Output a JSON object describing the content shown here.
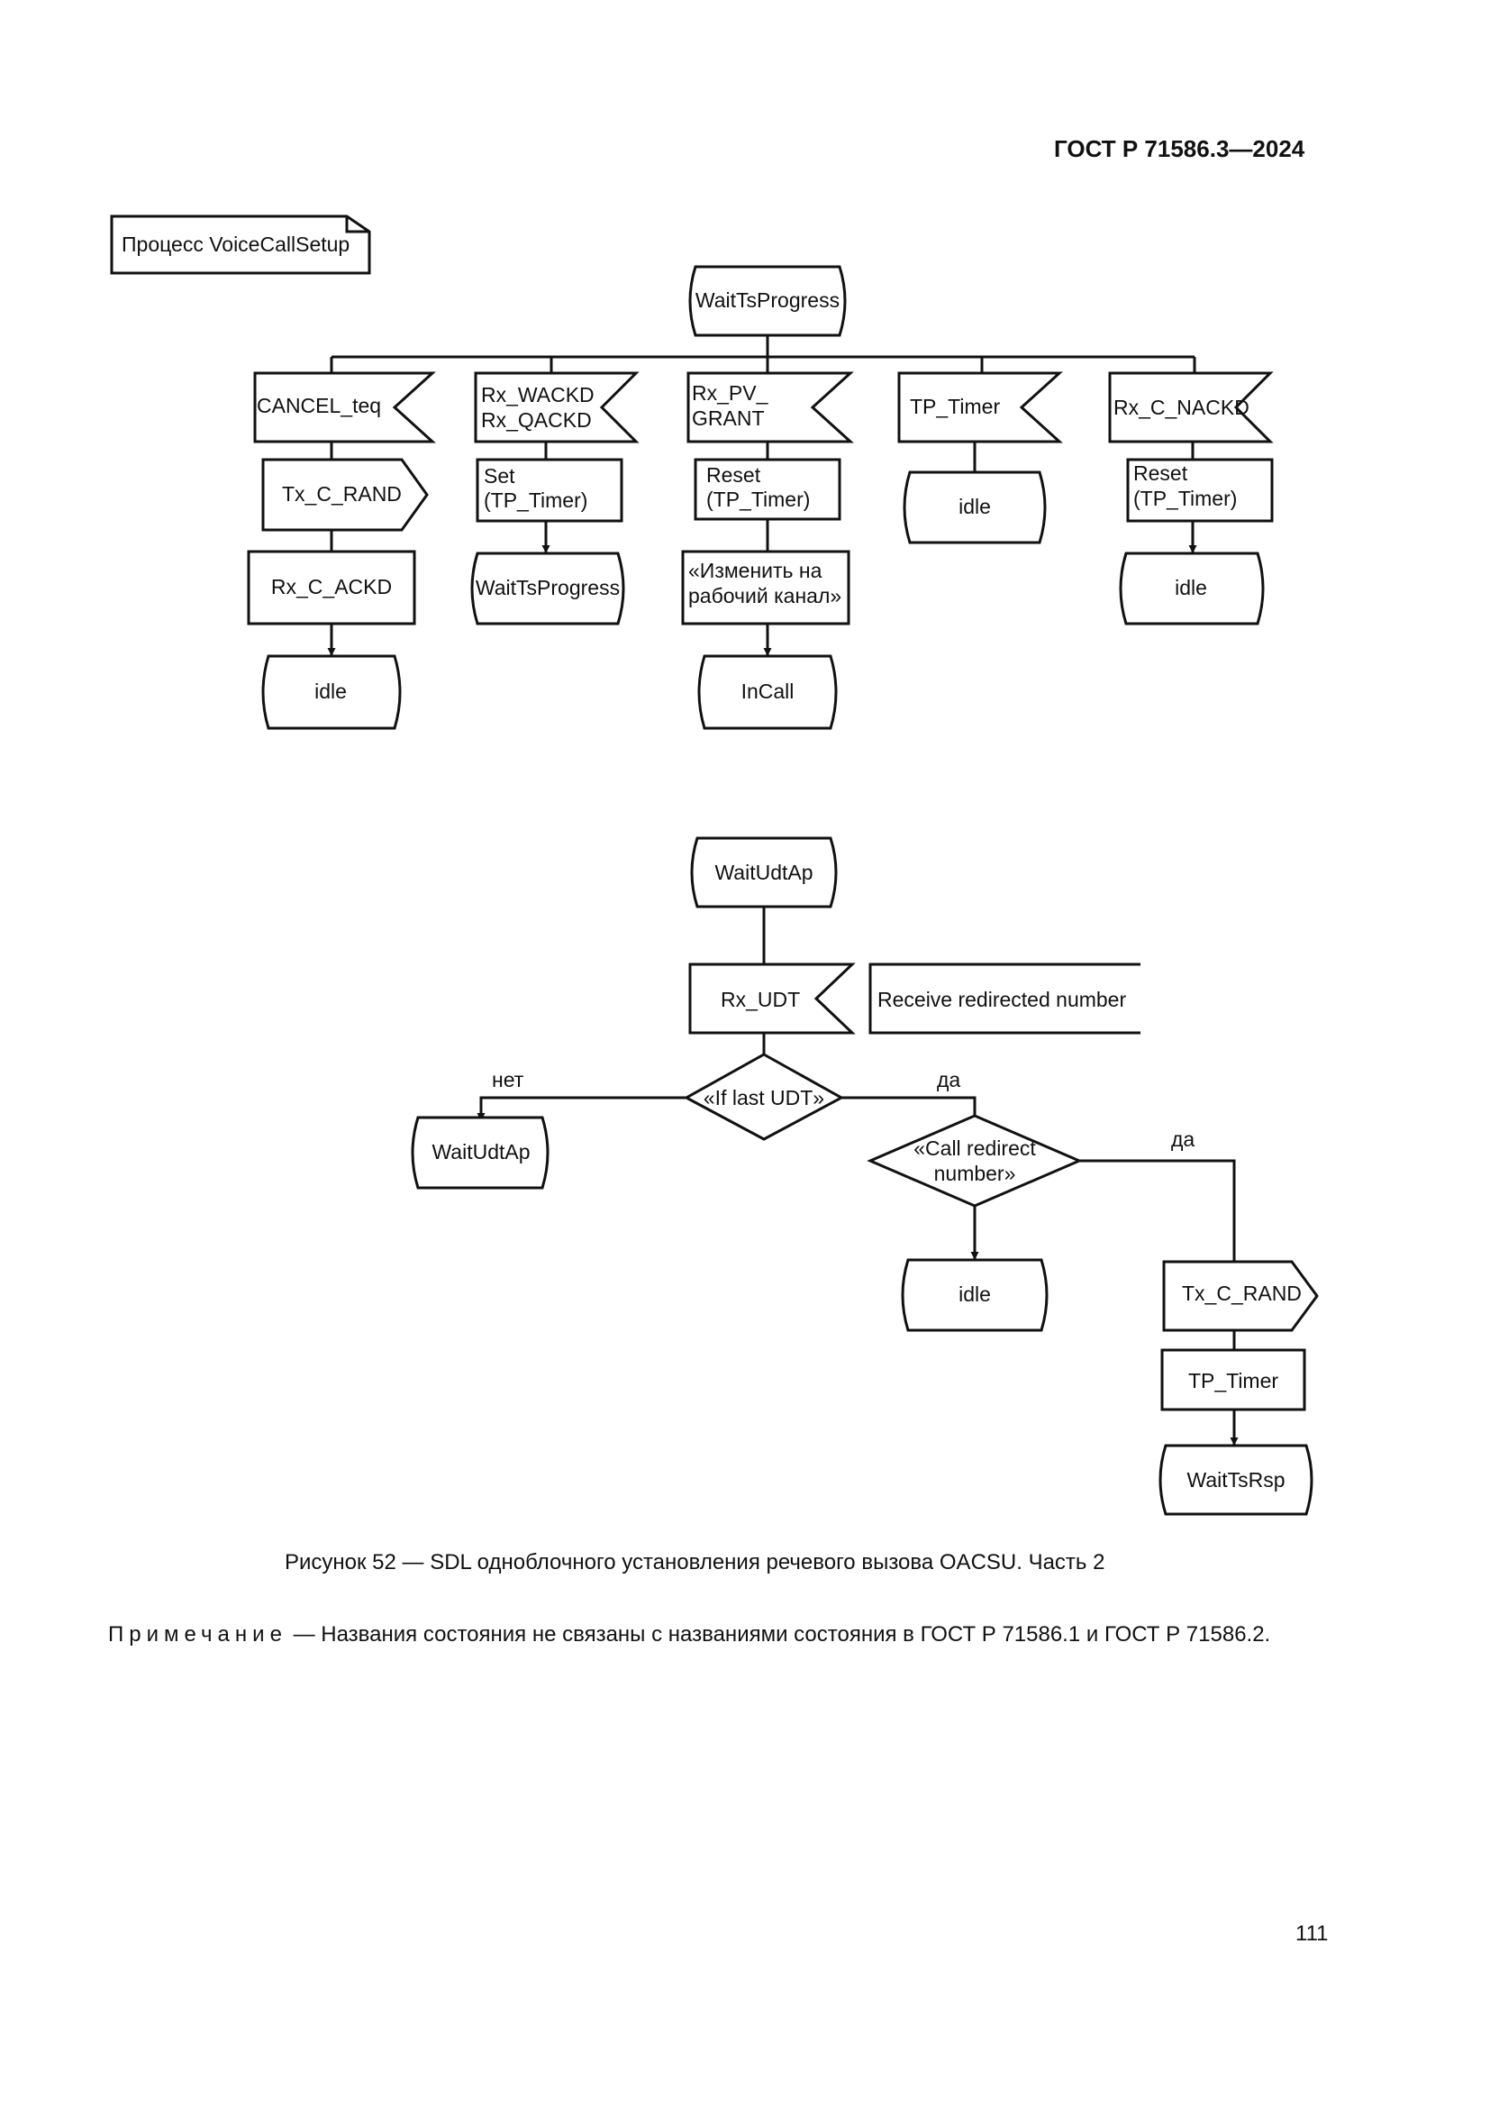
{
  "header": {
    "doc_code": "ГОСТ Р 71586.3—2024"
  },
  "diagram": {
    "process_label": "Процесс VoiceCallSetup",
    "part1": {
      "start_state": "WaitTsProgress",
      "branches": [
        {
          "input": "CANCEL_teq",
          "output": "Tx_C_RAND",
          "task": "Rx_C_ACKD",
          "next_state": "idle"
        },
        {
          "input_lines": [
            "Rx_WACKD",
            "Rx_QACKD"
          ],
          "task_lines": [
            "Set",
            "(TP_Timer)"
          ],
          "next_state": "WaitTsProgress"
        },
        {
          "input_lines": [
            "Rx_PV_",
            "GRANT"
          ],
          "task_lines": [
            "Reset",
            "(TP_Timer)"
          ],
          "task2_lines": [
            "«Изменить на",
            "рабочий канал»"
          ],
          "next_state": "InCall"
        },
        {
          "input": "TP_Timer",
          "next_state": "idle"
        },
        {
          "input": "Rx_C_NACKD",
          "task_lines": [
            "Reset",
            "(TP_Timer)"
          ],
          "next_state": "idle"
        }
      ]
    },
    "part2": {
      "start_state": "WaitUdtAp",
      "input": "Rx_UDT",
      "comment": "Receive redirected number",
      "decision1": "«If last UDT»",
      "decision1_no_label": "нет",
      "decision1_no_state": "WaitUdtAp",
      "decision1_yes_label": "да",
      "decision2_lines": [
        "«Call redirect",
        "number»"
      ],
      "decision2_yes_label": "да",
      "decision2_other_state": "idle",
      "output": "Tx_C_RAND",
      "task": "TP_Timer",
      "final_state": "WaitTsRsp"
    }
  },
  "caption": "Рисунок 52 — SDL одноблочного установления речевого вызова OACSU. Часть 2",
  "note": {
    "label": "Примечание",
    "text": " — Названия состояния не связаны с названиями состояния в ГОСТ Р 71586.1 и ГОСТ Р 71586.2."
  },
  "page_number": "111"
}
